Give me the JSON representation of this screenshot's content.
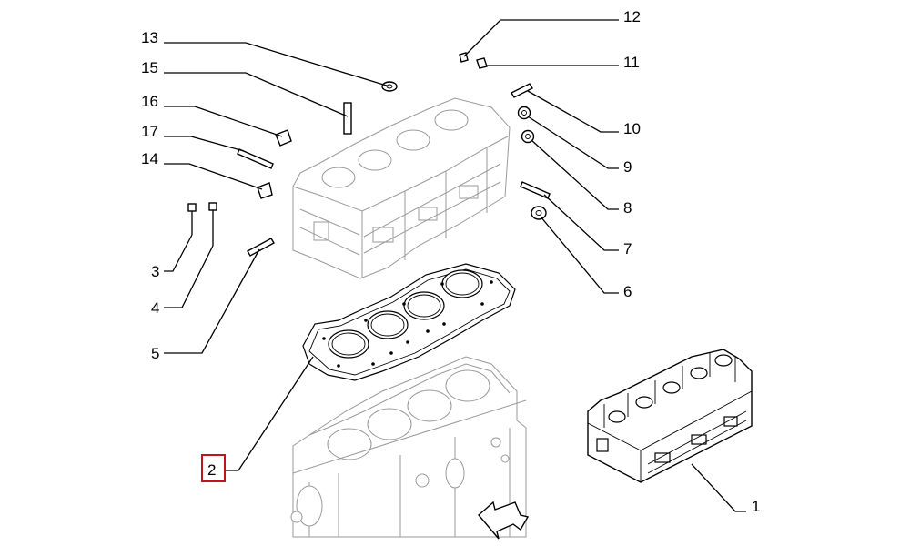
{
  "diagram": {
    "highlight_color": "#c0141c",
    "highlighted_callout": "2",
    "callouts": [
      {
        "id": "13",
        "label": "13"
      },
      {
        "id": "15",
        "label": "15"
      },
      {
        "id": "16",
        "label": "16"
      },
      {
        "id": "17",
        "label": "17"
      },
      {
        "id": "14",
        "label": "14"
      },
      {
        "id": "3",
        "label": "3"
      },
      {
        "id": "4",
        "label": "4"
      },
      {
        "id": "5",
        "label": "5"
      },
      {
        "id": "2",
        "label": "2"
      },
      {
        "id": "12",
        "label": "12"
      },
      {
        "id": "11",
        "label": "11"
      },
      {
        "id": "10",
        "label": "10"
      },
      {
        "id": "9",
        "label": "9"
      },
      {
        "id": "8",
        "label": "8"
      },
      {
        "id": "7",
        "label": "7"
      },
      {
        "id": "6",
        "label": "6"
      },
      {
        "id": "1",
        "label": "1"
      }
    ]
  }
}
